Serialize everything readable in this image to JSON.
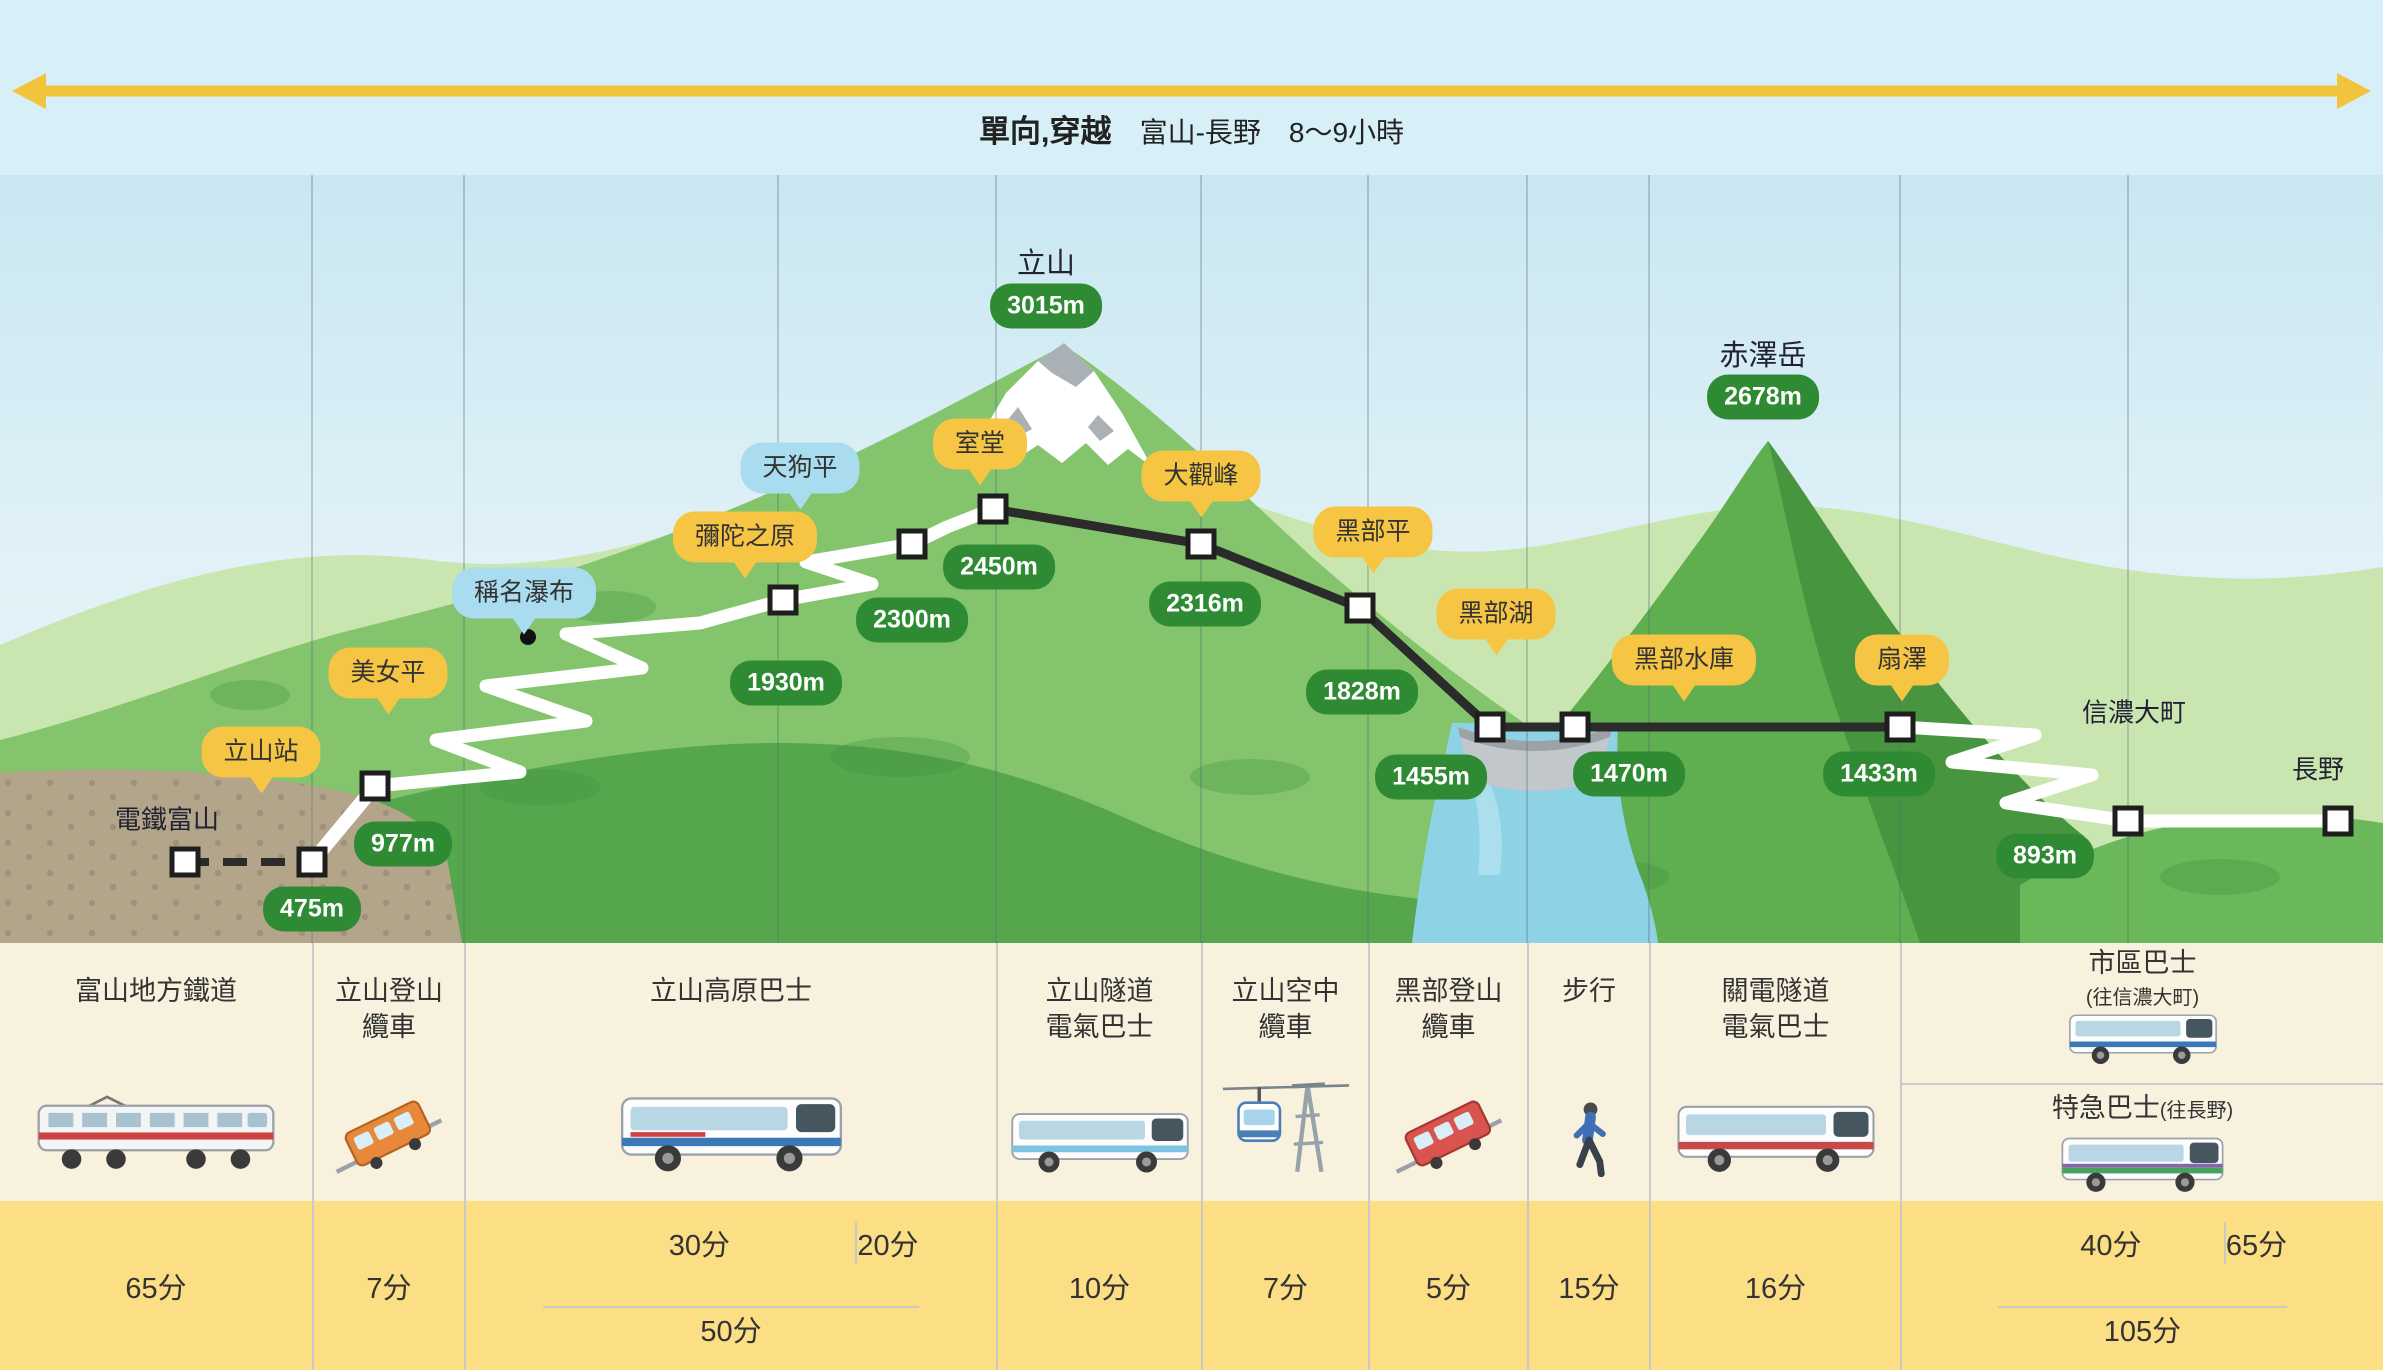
{
  "banner": {
    "route_type": "單向,穿越",
    "route_detail": "富山-長野　8〜9小時"
  },
  "peaks": {
    "tateyama": {
      "name": "立山",
      "elevation": "3015m"
    },
    "akazawa": {
      "name": "赤澤岳",
      "elevation": "2678m"
    }
  },
  "stations": {
    "dentetsu_toyama": {
      "name": "電鐵富山"
    },
    "tateyama": {
      "name": "立山站",
      "elevation": "475m"
    },
    "bijodaira": {
      "name": "美女平",
      "elevation": "977m"
    },
    "shomyo_falls": {
      "name": "稱名瀑布"
    },
    "midagahara": {
      "name": "彌陀之原",
      "elevation": "1930m"
    },
    "tengudaira": {
      "name": "天狗平",
      "elevation": "2300m"
    },
    "murodo": {
      "name": "室堂",
      "elevation": "2450m"
    },
    "daikanbo": {
      "name": "大觀峰",
      "elevation": "2316m"
    },
    "kurobedaira": {
      "name": "黑部平",
      "elevation": "1828m"
    },
    "kurobeko": {
      "name": "黑部湖",
      "elevation": "1455m"
    },
    "kurobe_dam": {
      "name": "黑部水庫",
      "elevation": "1470m"
    },
    "ogizawa": {
      "name": "扇澤",
      "elevation": "1433m"
    },
    "shinano_omachi": {
      "name": "信濃大町",
      "elevation": "893m"
    },
    "nagano": {
      "name": "長野"
    }
  },
  "transport": {
    "toyama_railway": {
      "name": "富山地方鐵道",
      "time": "65分"
    },
    "tateyama_cablecar": {
      "name": "立山登山纜車",
      "time": "7分"
    },
    "highland_bus": {
      "name": "立山高原巴士",
      "time_first": "30分",
      "time_second": "20分",
      "time_total": "50分"
    },
    "tunnel_trolley": {
      "name": "立山隧道電氣巴士",
      "time": "10分"
    },
    "ropeway": {
      "name": "立山空中纜車",
      "time": "7分"
    },
    "kurobe_cablecar": {
      "name": "黑部登山纜車",
      "time": "5分"
    },
    "walk": {
      "name": "步行",
      "time": "15分"
    },
    "kanden_trolley": {
      "name": "關電隧道電氣巴士",
      "time": "16分"
    },
    "local_bus": {
      "name": "市區巴士",
      "name_sub": "(往信濃大町)",
      "time": "40分"
    },
    "express_bus": {
      "name": "特急巴士",
      "name_sub": "(往長野)",
      "time": "65分",
      "time_total": "105分"
    }
  },
  "colors": {
    "bubble_yellow": "#f6c544",
    "bubble_blue": "#a9dcee",
    "elevation_green": "#2f8b33",
    "arrow_yellow": "#f2c43d",
    "table_cream": "#f8f1de",
    "table_yellow": "#fcdf85"
  }
}
